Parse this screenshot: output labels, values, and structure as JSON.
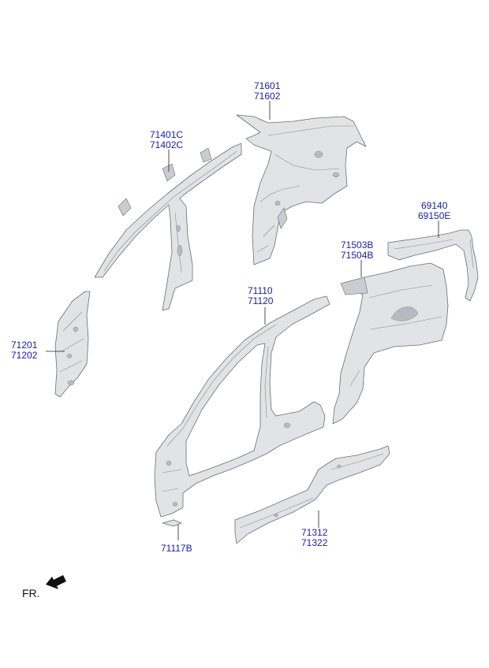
{
  "labels": {
    "roof_rail_upper": "71601",
    "roof_rail_lower": "71602",
    "pillar_upper": "71401C",
    "pillar_lower": "71402C",
    "c_panel_upper": "69140",
    "c_panel_lower": "69150E",
    "quarter_upper": "71503B",
    "quarter_lower": "71504B",
    "side_outer_upper": "71110",
    "side_outer_lower": "71120",
    "a_pillar_upper": "71201",
    "a_pillar_lower": "71202",
    "sill_upper": "71312",
    "sill_lower": "71322",
    "bracket": "71117B"
  },
  "direction": {
    "text": "FR.",
    "icon": "front-direction-arrow-icon"
  },
  "colors": {
    "label": "#1a1aa8",
    "part_fill": "#e1e3e5",
    "part_stroke": "#6b6e72"
  }
}
